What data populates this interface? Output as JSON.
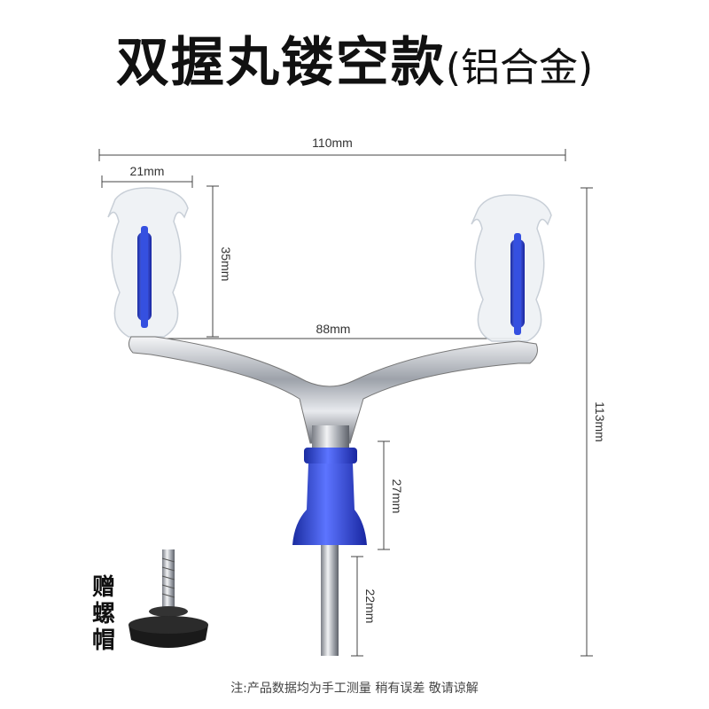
{
  "title": {
    "main": "双握丸镂空款",
    "sub": "(铝合金)"
  },
  "dimensions": {
    "total_width": "110mm",
    "knob_width": "21mm",
    "knob_height": "35mm",
    "knob_spacing": "88mm",
    "total_height": "113mm",
    "base_height": "27mm",
    "shaft_length": "22mm"
  },
  "gift_label": "赠螺帽",
  "note": "注:产品数据均为手工测量 稍有误差 敬请谅解",
  "colors": {
    "accent_blue": "#2a44d8",
    "chrome": "#c8ccd2",
    "text": "#111111"
  }
}
